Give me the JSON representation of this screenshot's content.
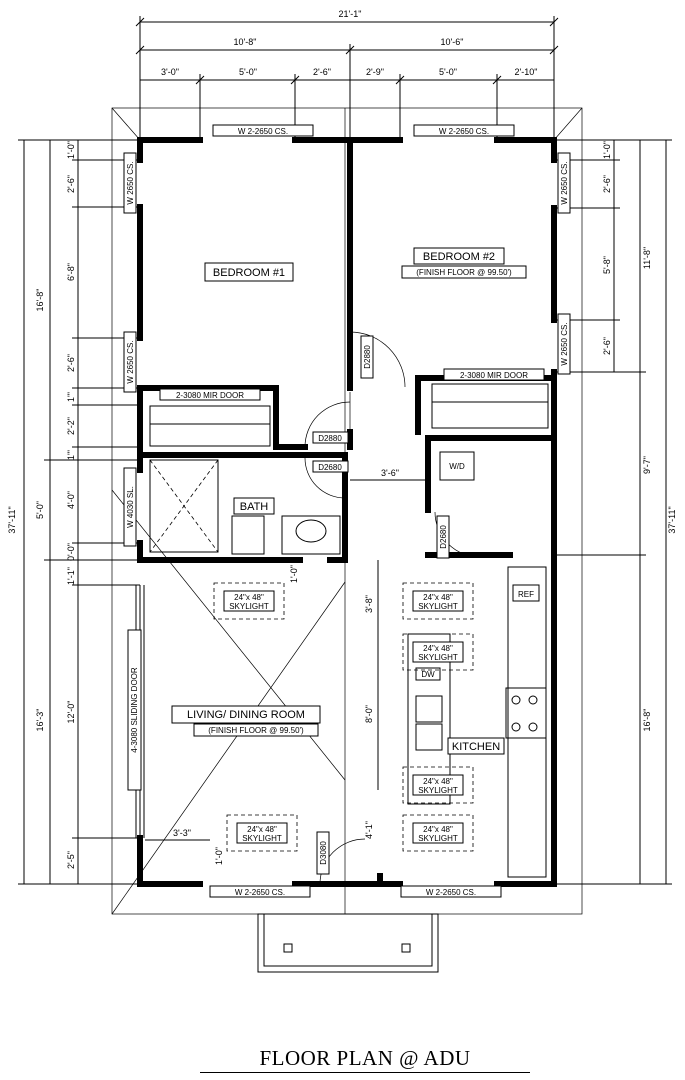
{
  "title": "FLOOR PLAN @ ADU",
  "rooms": {
    "bedroom1": "BEDROOM #1",
    "bedroom2": "BEDROOM #2",
    "bedroom2_note": "(FINISH FLOOR @ 99.50')",
    "bath": "BATH",
    "living": "LIVING/ DINING ROOM",
    "living_note": "(FINISH FLOOR @ 99.50')",
    "kitchen": "KITCHEN",
    "wd": "W/D",
    "ref": "REF",
    "dw": "DW"
  },
  "windows": {
    "top_left": "W 2-2650 CS.",
    "top_right": "W 2-2650 CS.",
    "bottom_left": "W 2-2650 CS.",
    "bottom_right": "W 2-2650 CS.",
    "left_bed1": "W 2650 CS.",
    "left_bed1_lower": "W 2650 CS.",
    "right_bed2": "W 2650 CS.",
    "right_bed2_lower": "W 2650 CS.",
    "left_bath": "W 4030 SL."
  },
  "doors": {
    "closet1": "2-3080 MIR DOOR",
    "closet2": "2-3080 MIR DOOR",
    "d2880_hall": "D2880",
    "d2880_bed2": "D2880",
    "d2680_bath": "D2680",
    "d2680_laundry": "D2680",
    "d3080": "D3080",
    "sliding": "4-3080 SLIDING DOOR"
  },
  "skylights": [
    {
      "size": "24\"x 48\"",
      "label": "SKYLIGHT"
    },
    {
      "size": "24\"x 48\"",
      "label": "SKYLIGHT"
    },
    {
      "size": "24\"x 48\"",
      "label": "SKYLIGHT"
    },
    {
      "size": "24\"x 48\"",
      "label": "SKYLIGHT"
    },
    {
      "size": "24\"x 48\"",
      "label": "SKYLIGHT"
    },
    {
      "size": "24\"x 48\"",
      "label": "SKYLIGHT"
    }
  ],
  "dims": {
    "overall_width": "21'-1\"",
    "left_half": "10'-8\"",
    "right_half": "10'-6\"",
    "seg_a": "3'-0\"",
    "seg_b": "5'-0\"",
    "seg_c": "2'-6\"",
    "seg_d": "2'-9\"",
    "seg_e": "5'-0\"",
    "seg_f": "2'-10\"",
    "overall_left": "37'-11\"",
    "overall_right": "37'-11\"",
    "left_upper": "16'-8\"",
    "left_mid": "5'-0\"",
    "left_lower": "16'-3\"",
    "l1": "1'-0\"",
    "l2": "2'-6\"",
    "l3": "6'-8\"",
    "l4": "2'-6\"",
    "l5": "1'\"",
    "l6": "2'-2\"",
    "l7": "1'\"",
    "l8": "4'-0\"",
    "l9": "0'-0\"",
    "l10": "1'-1\"",
    "l11": "12'-0\"",
    "l12": "2'-5\"",
    "r1": "1'-0\"",
    "r2": "2'-6\"",
    "r3": "5'-8\"",
    "r4": "2'-6\"",
    "r_upper": "11'-8\"",
    "r_mid": "9'-7\"",
    "r_lower": "16'-8\"",
    "hall": "3'-6\"",
    "k1": "3'-8\"",
    "k2": "8'-0\"",
    "k3": "4'-1\"",
    "liv1": "3'-3\"",
    "liv2": "1'-0\"",
    "liv3": "1'-0\""
  }
}
